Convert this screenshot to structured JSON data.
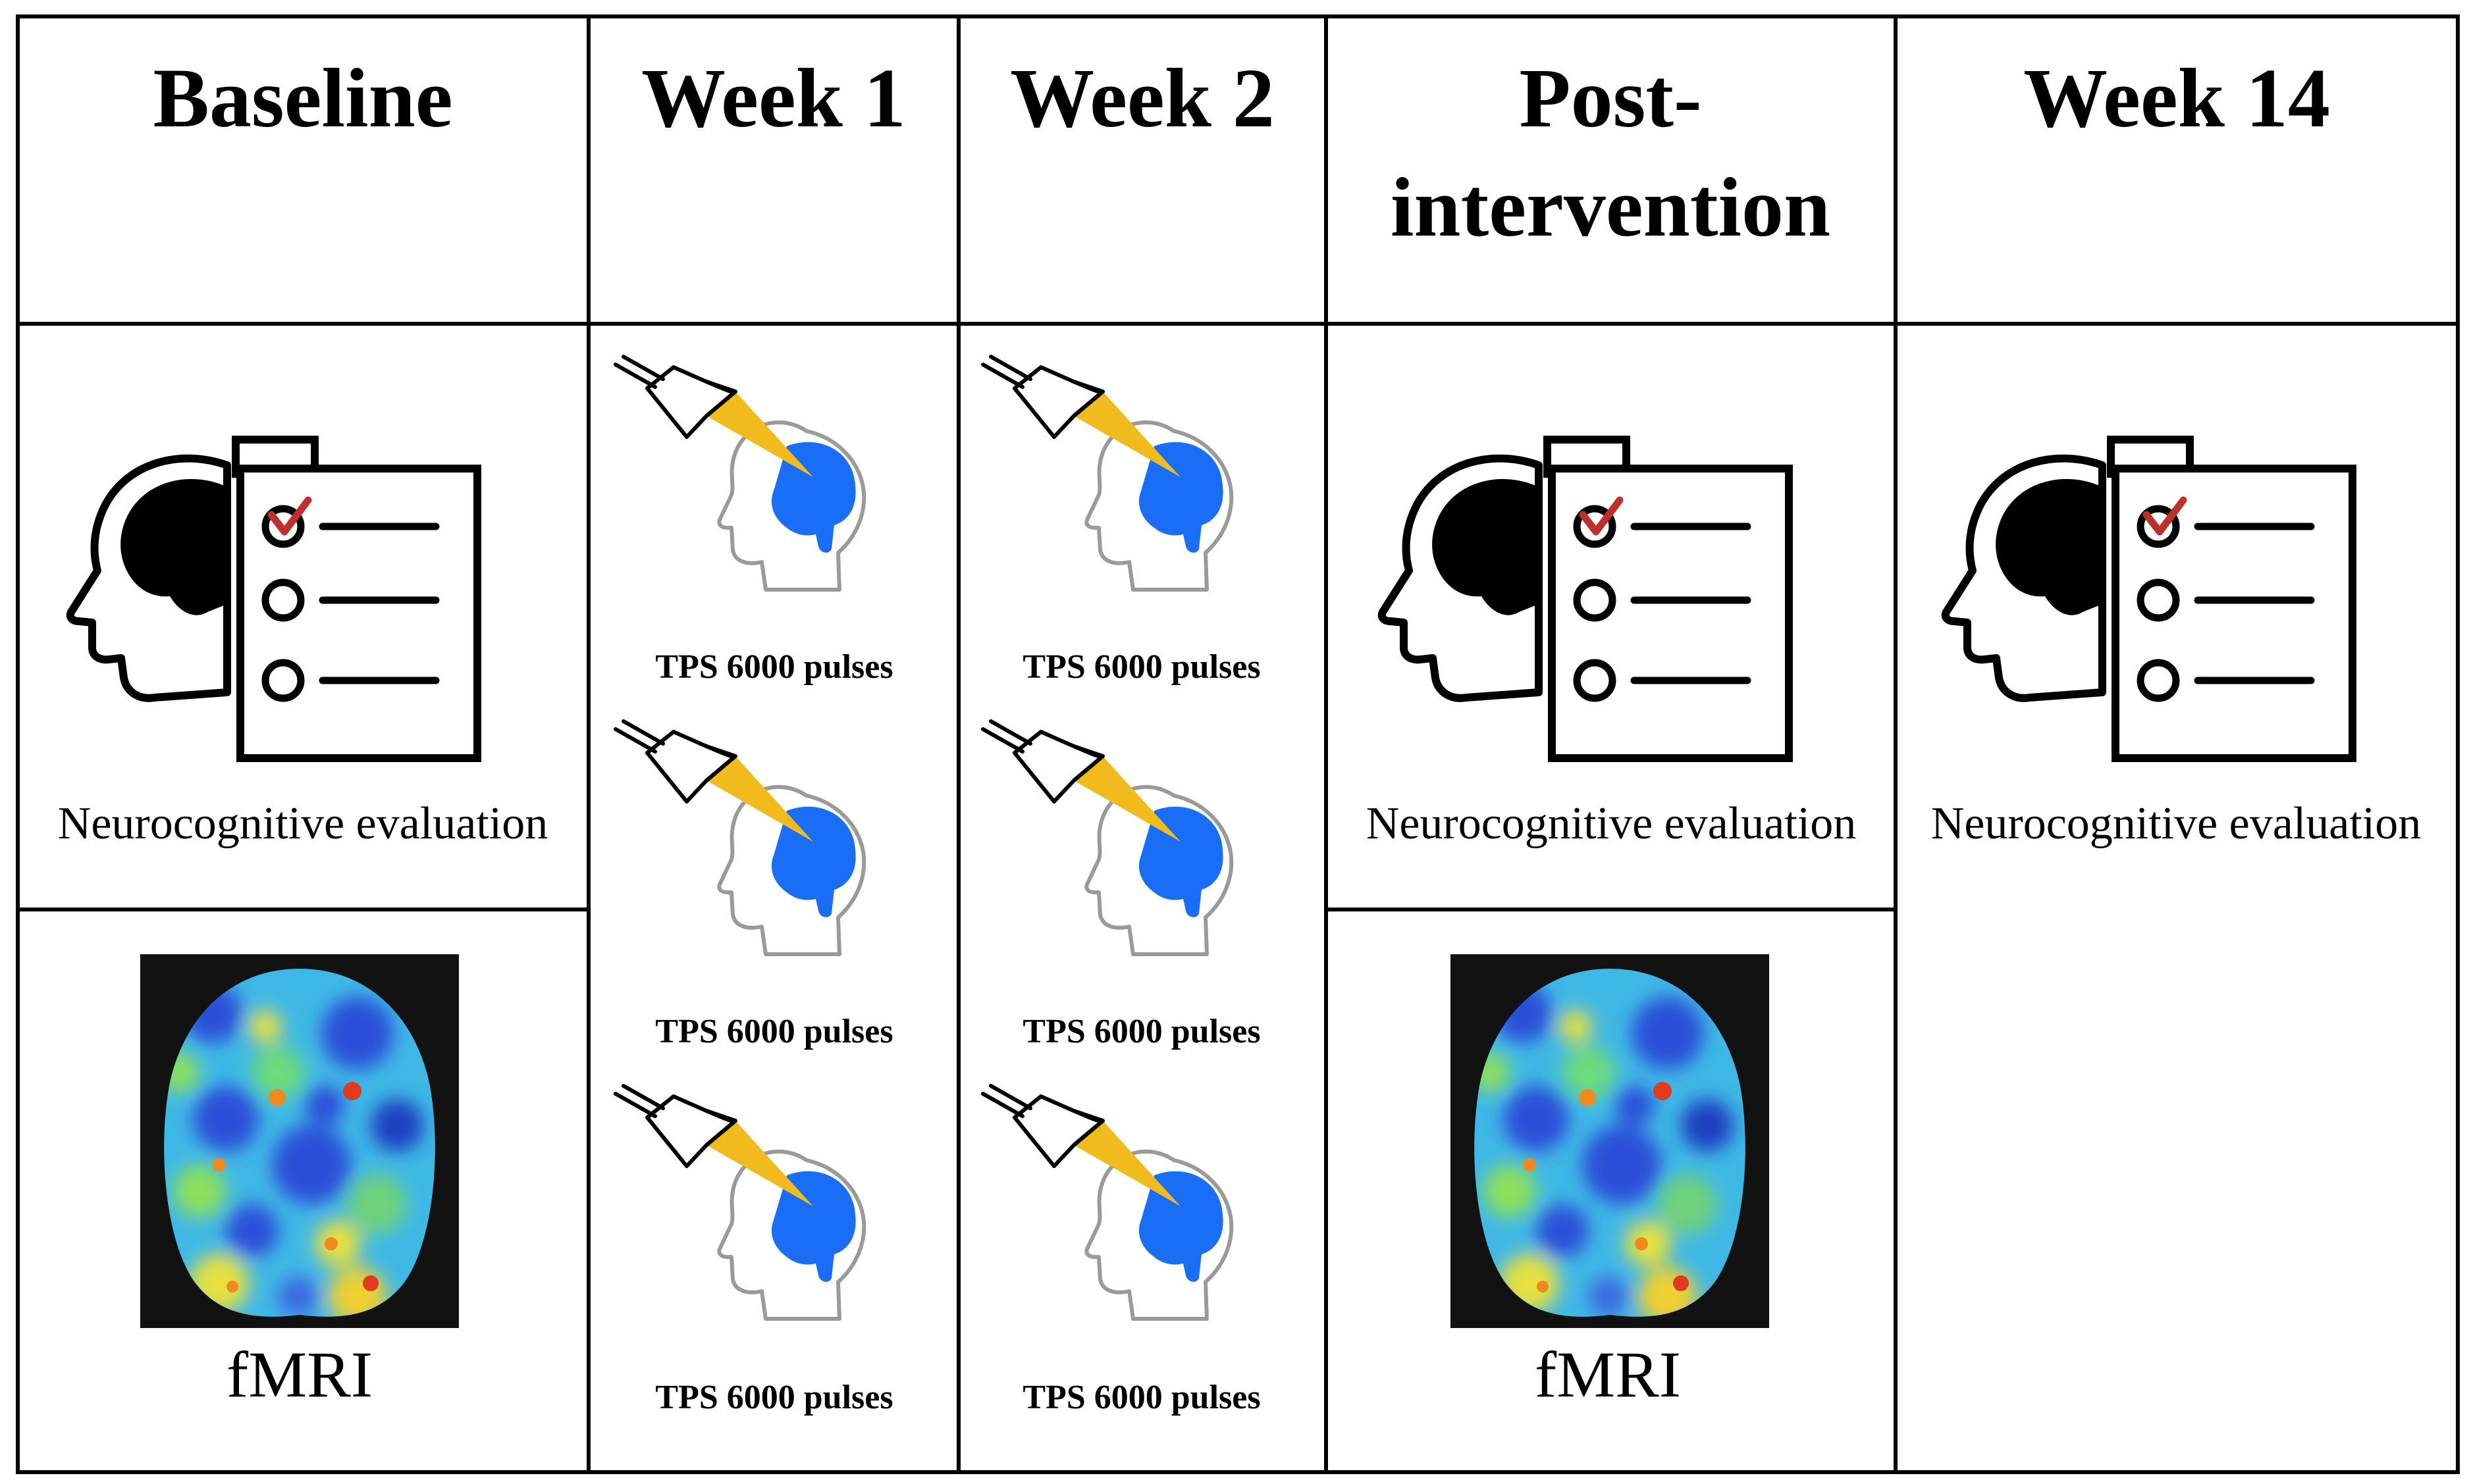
{
  "headers": [
    {
      "lines": [
        "Baseline"
      ]
    },
    {
      "lines": [
        "Week 1"
      ]
    },
    {
      "lines": [
        "Week 2"
      ]
    },
    {
      "lines": [
        "Post-",
        "intervention"
      ]
    },
    {
      "lines": [
        "Week 14"
      ]
    }
  ],
  "neuro_label": "Neurocognitive evaluation",
  "fmri_label": "fMRI",
  "tps_label": "TPS 6000 pulses",
  "colors": {
    "brain_blue": "#1a6ef5",
    "ultrasound_beam": "#f2bb1d",
    "check_mark": "#c0302a",
    "scan_background": "#121212"
  }
}
